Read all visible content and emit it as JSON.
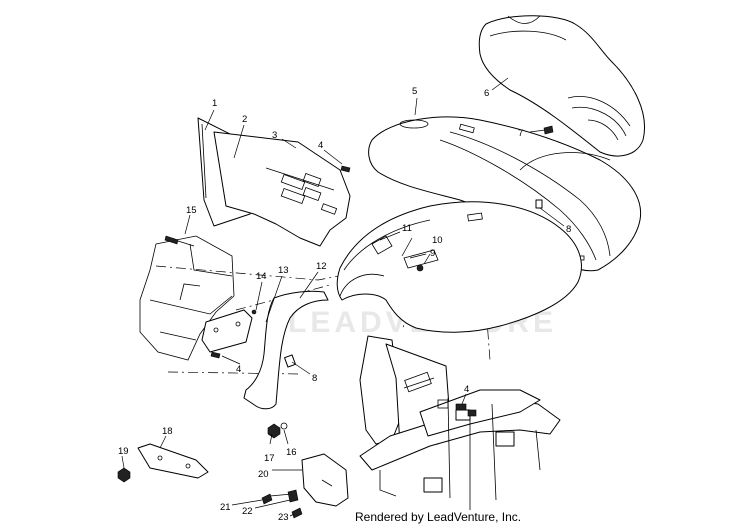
{
  "watermark": "LEADVENTURE",
  "credit": "Rendered by LeadVenture, Inc.",
  "callouts": {
    "c1": "1",
    "c2": "2",
    "c3": "3",
    "c4a": "4",
    "c4b": "4",
    "c4c": "4",
    "c5": "5",
    "c6": "6",
    "c7": "7",
    "c8a": "8",
    "c8b": "8",
    "c9": "9",
    "c10": "10",
    "c11": "11",
    "c12": "12",
    "c13": "13",
    "c14": "14",
    "c15": "15",
    "c16": "16",
    "c17": "17",
    "c18": "18",
    "c19": "19",
    "c20": "20",
    "c21": "21",
    "c22": "22",
    "c23": "23"
  }
}
